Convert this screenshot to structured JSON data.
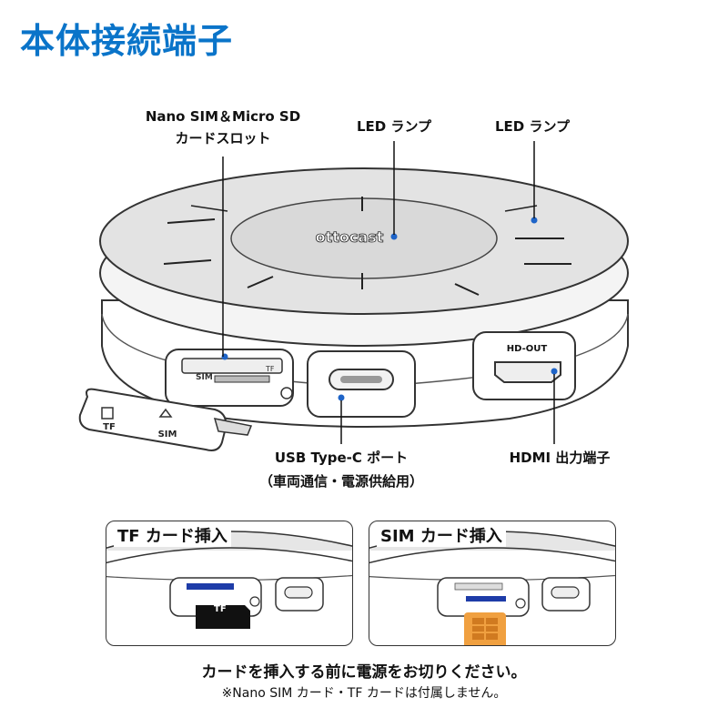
{
  "title": "本体接続端子",
  "labels": {
    "sim_sd_line1": "Nano SIM＆Micro SD",
    "sim_sd_line2": "カードスロット",
    "led_left": "LED ランプ",
    "led_right": "LED ランプ",
    "usb_line1": "USB Type-C ポート",
    "usb_line2": "（車両通信・電源供給用）",
    "hdmi": "HDMI 出力端子"
  },
  "device": {
    "brand": "ottocast",
    "hdmi_port": "HD-OUT",
    "slot_sim": "SIM",
    "slot_tf": "TF",
    "cover_tf": "TF",
    "cover_sim": "SIM"
  },
  "panels": [
    {
      "title": "TF カード挿入",
      "card_text": "TF"
    },
    {
      "title": "SIM カード挿入"
    }
  ],
  "notes": {
    "line1": "カードを挿入する前に電源をお切りください。",
    "line2": "※Nano SIM カード・TF カードは付属しません。"
  },
  "colors": {
    "title": "#0a74c9",
    "led": "#1e64c8",
    "sim_card": "#f0a040"
  }
}
